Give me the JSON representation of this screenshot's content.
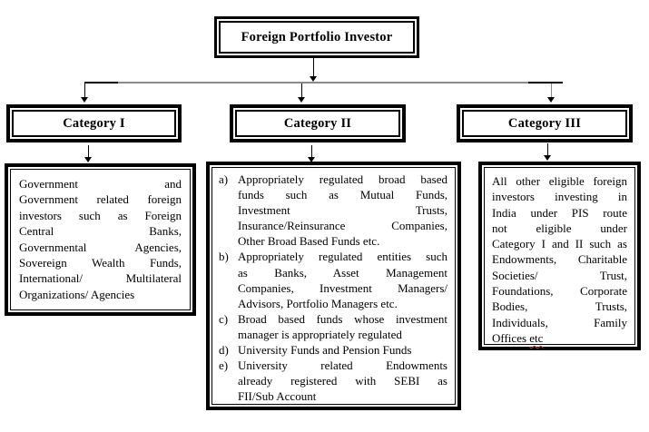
{
  "title": "Foreign Portfolio Investor",
  "diagram": {
    "root": {
      "label": "Foreign Portfolio Investor"
    },
    "categories": [
      {
        "label": "Category I"
      },
      {
        "label": "Category II"
      },
      {
        "label": "Category III"
      }
    ],
    "category1_panel": {
      "lines": [
        "Government and",
        "Government related foreign",
        "investors such as Foreign",
        "Central Banks,",
        "Governmental Agencies,",
        "Sovereign Wealth Funds,",
        "International/ Multilateral",
        "Organizations/ Agencies"
      ]
    },
    "category2_panel": {
      "items": [
        {
          "marker": "a)",
          "lines": [
            "Appropriately regulated broad based",
            "funds such as Mutual Funds,",
            "Investment Trusts,",
            "Insurance/Reinsurance Companies,",
            "Other Broad Based Funds etc."
          ]
        },
        {
          "marker": "b)",
          "lines": [
            "Appropriately regulated entities such",
            "as Banks, Asset Management",
            "Companies, Investment Managers/",
            "Advisors, Portfolio Managers etc."
          ]
        },
        {
          "marker": "c)",
          "lines": [
            "Broad based funds whose investment",
            "manager is appropriately regulated"
          ]
        },
        {
          "marker": "d)",
          "lines": [
            "University Funds and Pension Funds"
          ]
        },
        {
          "marker": "e)",
          "lines": [
            "University related Endowments",
            "already registered with SEBI as",
            "FII/Sub Account"
          ]
        }
      ]
    },
    "category3_panel": {
      "lines": [
        "All other eligible foreign",
        "investors investing in",
        "India under PIS route",
        "not eligible under",
        "Category I and II such as",
        "Endowments, Charitable",
        "Societies/ Trust,",
        "Foundations, Corporate",
        "Bodies, Trusts,",
        "Individuals, Family"
      ],
      "last_line_prefix": "Offices ",
      "last_line_misspelled": "etc"
    }
  },
  "colors": {
    "border_black": "#000000",
    "connector_gray": "#8a8a8a",
    "spellcheck_red": "#d83931",
    "background": "#ffffff"
  }
}
